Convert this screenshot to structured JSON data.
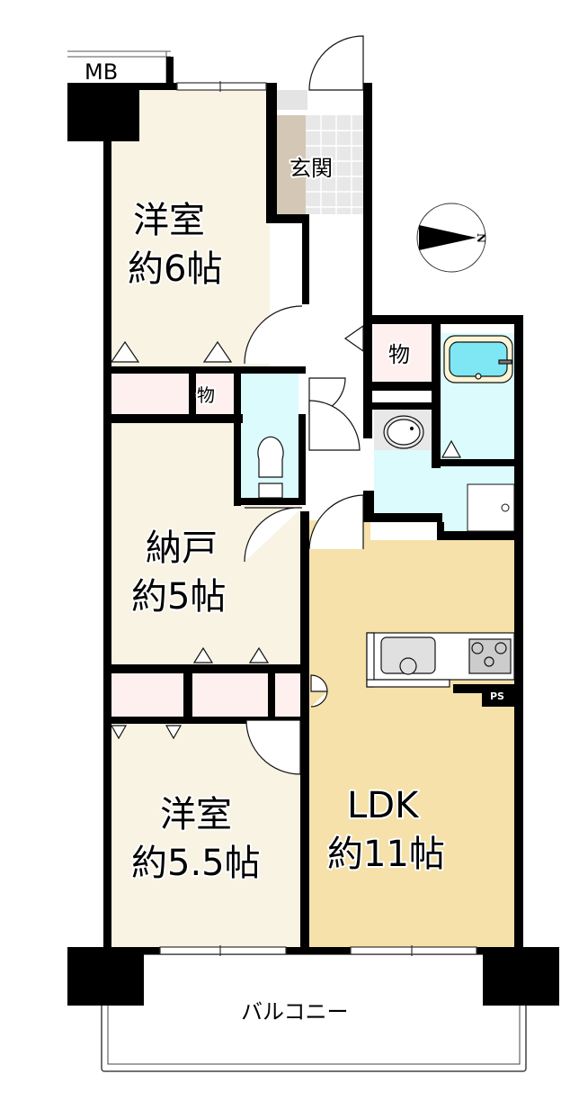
{
  "floorplan": {
    "colors": {
      "wall": "#000000",
      "western_room": "#f8f3e3",
      "ldk": "#f5e1a9",
      "storage": "#fdf0ef",
      "wet_area": "#dcfbfd",
      "entrance_tile": "#e8e8e8",
      "entrance_step": "#d4c7b6",
      "tub": "#7ee7f3"
    },
    "rooms": {
      "bedroom1": {
        "name": "洋室",
        "size": "約6帖"
      },
      "storeroom": {
        "name": "納戸",
        "size": "約5帖"
      },
      "bedroom2": {
        "name": "洋室",
        "size": "約5.5帖"
      },
      "ldk": {
        "name": "LDK",
        "size": "約11帖"
      },
      "entrance": {
        "name": "玄関"
      },
      "storage1": {
        "name": "物"
      },
      "storage2": {
        "name": "物"
      },
      "meter_box": {
        "name": "MB"
      },
      "pipe_space": {
        "name": "PS"
      },
      "balcony": {
        "name": "バルコニー"
      }
    },
    "compass": {
      "label": "N",
      "icon": "north-arrow-icon"
    }
  }
}
